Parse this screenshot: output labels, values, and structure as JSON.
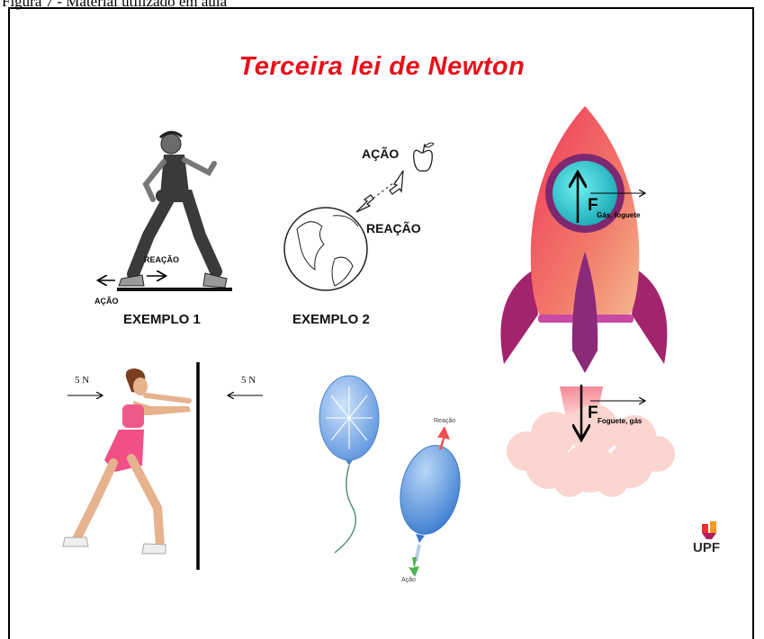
{
  "caption": "Figura 7 - Material utilizado em aula",
  "title": "Terceira lei de Newton",
  "example1": {
    "label": "EXEMPLO 1",
    "reaction": "REAÇÃO",
    "action": "AÇÃO"
  },
  "example2": {
    "label": "EXEMPLO 2",
    "action": "AÇÃO",
    "reaction": "REAÇÃO"
  },
  "wall": {
    "force_left": "5 N",
    "force_right": "5 N"
  },
  "balloon": {
    "reaction": "Reação",
    "action": "Ação"
  },
  "rocket": {
    "force_symbol_top": "F",
    "force_sub_top": "Gás, foguete",
    "force_symbol_bottom": "F",
    "force_sub_bottom": "Foguete, gás"
  },
  "logo": {
    "text": "UPF"
  }
}
